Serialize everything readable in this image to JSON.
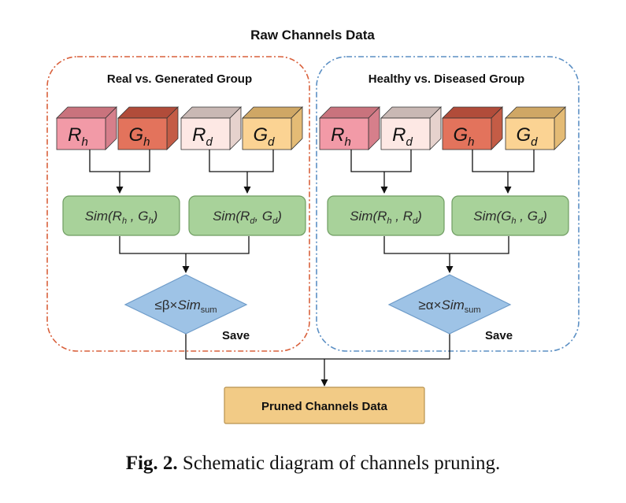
{
  "title": "Raw Channels Data",
  "groups": [
    {
      "label": "Real vs. Generated Group",
      "border_color": "#d9603b",
      "cubes": [
        {
          "base": "R",
          "sub": "h",
          "front": "#f29aa7",
          "top": "#c9737d",
          "side": "#d67f8b"
        },
        {
          "base": "G",
          "sub": "h",
          "front": "#e3735c",
          "top": "#b14c3a",
          "side": "#c45c46"
        },
        {
          "base": "R",
          "sub": "d",
          "front": "#fde8e4",
          "top": "#c9b8b4",
          "side": "#e6d2cd"
        },
        {
          "base": "G",
          "sub": "d",
          "front": "#fbd393",
          "top": "#cfa765",
          "side": "#e4bb75"
        }
      ],
      "sims": [
        {
          "prefix": "Sim(",
          "a": "R",
          "a_sub": "h",
          "sep": " , ",
          "b": "G",
          "b_sub": "h",
          "suffix": ")"
        },
        {
          "prefix": "Sim(",
          "a": "R",
          "a_sub": "d",
          "sep": ", ",
          "b": "G",
          "b_sub": "d",
          "suffix": ")"
        }
      ],
      "condition": {
        "prefix": "≤β×",
        "sim": "Sim",
        "sub": "sum"
      },
      "save": "Save"
    },
    {
      "label": "Healthy vs. Diseased Group",
      "border_color": "#5b8fc4",
      "cubes": [
        {
          "base": "R",
          "sub": "h",
          "front": "#f29aa7",
          "top": "#c9737d",
          "side": "#d67f8b"
        },
        {
          "base": "R",
          "sub": "d",
          "front": "#fde8e4",
          "top": "#c9b8b4",
          "side": "#e6d2cd"
        },
        {
          "base": "G",
          "sub": "h",
          "front": "#e3735c",
          "top": "#b14c3a",
          "side": "#c45c46"
        },
        {
          "base": "G",
          "sub": "d",
          "front": "#fbd393",
          "top": "#cfa765",
          "side": "#e4bb75"
        }
      ],
      "sims": [
        {
          "prefix": "Sim(",
          "a": "R",
          "a_sub": "h",
          "sep": " , ",
          "b": "R",
          "b_sub": "d",
          "suffix": ")"
        },
        {
          "prefix": "Sim(",
          "a": "G",
          "a_sub": "h",
          "sep": " , ",
          "b": "G",
          "b_sub": "d",
          "suffix": ")"
        }
      ],
      "condition": {
        "prefix": "≥α×",
        "sim": "Sim",
        "sub": "sum"
      },
      "save": "Save"
    }
  ],
  "output": "Pruned Channels Data",
  "colors": {
    "sim_box_fill": "#a8d29a",
    "sim_box_stroke": "#6f9d62",
    "diamond_fill": "#9ec3e6",
    "diamond_stroke": "#6f9cc9",
    "output_fill": "#f2cb86",
    "output_stroke": "#b8924f"
  },
  "caption": {
    "label": "Fig. 2.",
    "text": "Schematic diagram of channels pruning."
  }
}
